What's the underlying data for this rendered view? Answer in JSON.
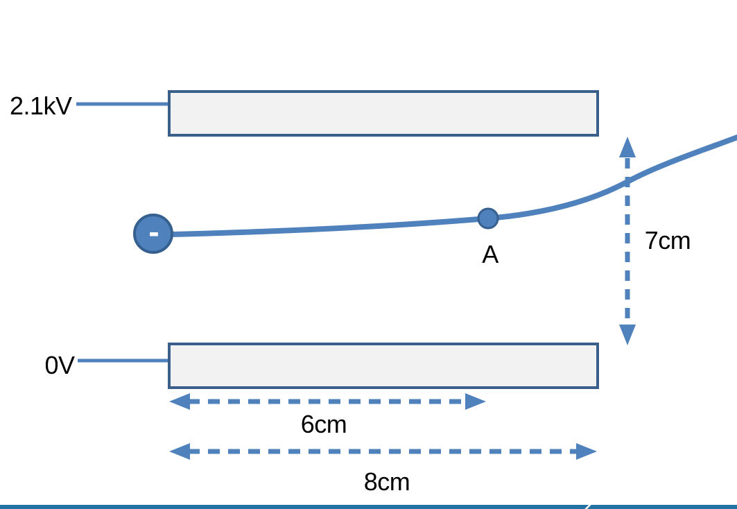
{
  "diagram": {
    "title": "charged-particle-between-parallel-plates",
    "labels": {
      "top_voltage": "2.1kV",
      "bottom_voltage": "0V",
      "point_a": "A",
      "charge_sign": "-",
      "vertical_gap": "7cm",
      "distance_to_point_a": "6cm",
      "plate_length": "8cm"
    },
    "colors": {
      "accent_blue": "#4F81BD",
      "dark_border": "#36608F",
      "plate_fill": "#F2F2F2",
      "plate_border": "#3A5F8A",
      "footer_bar": "#2273A3",
      "white": "#FFFFFF",
      "text": "#000000"
    }
  }
}
